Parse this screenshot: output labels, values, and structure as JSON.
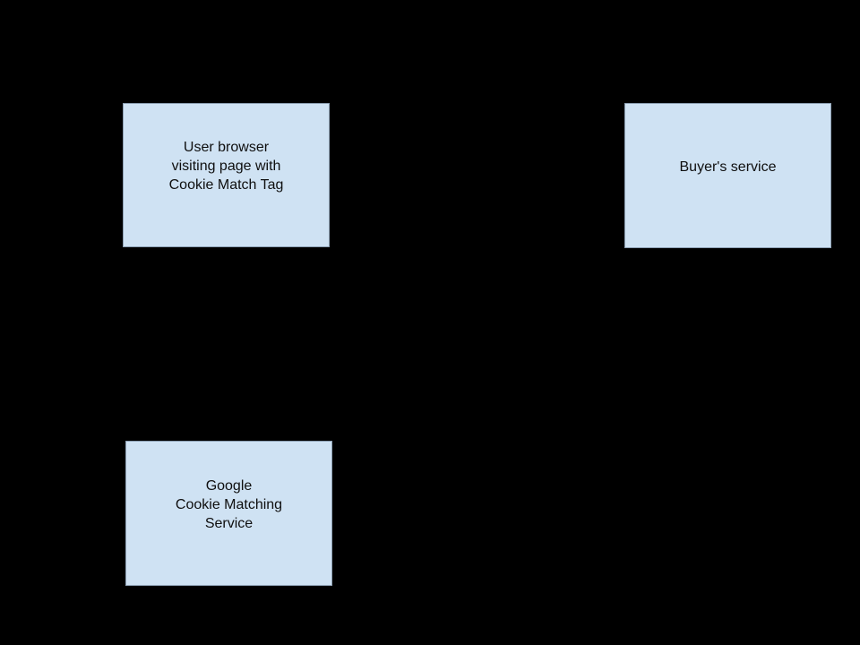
{
  "diagram": {
    "background_color": "#000000",
    "node_fill_color": "#cfe2f3",
    "node_border_color": "#8da0b3",
    "node_text_color": "#0f0f0f",
    "nodes": [
      {
        "id": "user-browser",
        "label": "User browser\nvisiting page with\nCookie Match Tag"
      },
      {
        "id": "buyers-service",
        "label": "Buyer's service"
      },
      {
        "id": "google-cookie-matching-service",
        "label": "Google\nCookie Matching\nService"
      }
    ]
  }
}
